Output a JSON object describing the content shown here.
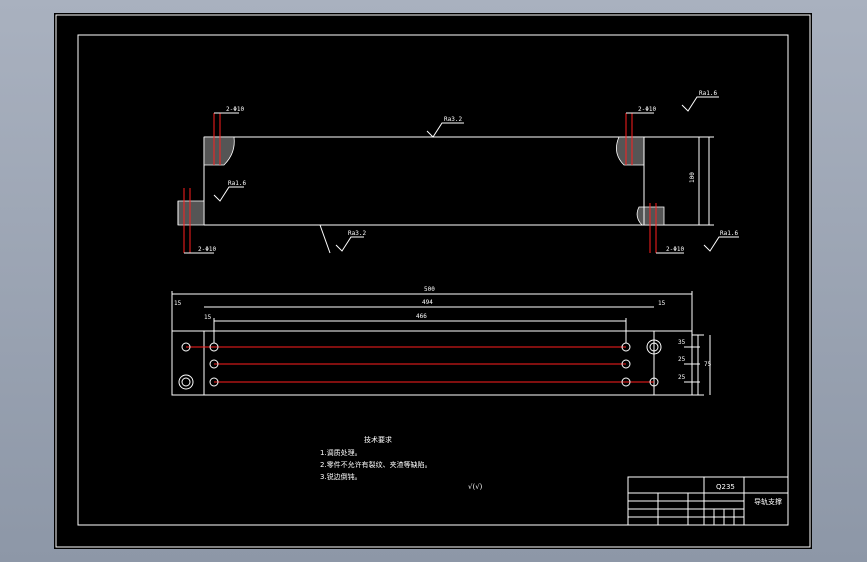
{
  "drawing": {
    "dims": {
      "overall_length": "500",
      "inner_length": "494",
      "hole_span": "466",
      "edge_left": "15",
      "edge_right": "15",
      "edge_inner": "15",
      "height": "100",
      "right_r1": "35",
      "right_r2": "25",
      "right_r3": "25",
      "right_total": "75"
    },
    "annotations": {
      "hole_note_left_top": "2-Φ10",
      "hole_note_right_top": "2-Φ10",
      "hole_note_left_bottom": "2-Φ10",
      "hole_note_right_bottom": "2-Φ10",
      "rough_top": "Ra3.2",
      "rough_left": "Ra1.6",
      "rough_right_top": "Ra1.6",
      "rough_right_bottom": "Ra1.6",
      "rough_bottom": "Ra3.2"
    },
    "notes": {
      "title": "技术要求",
      "items": [
        "1.调质处理。",
        "2.零件不允许有裂纹、夹渣等缺陷。",
        "3.锐边倒钝。"
      ],
      "general_rough": "√(√)"
    },
    "title_block": {
      "material": "Q235",
      "part_name": "导轨支撑"
    }
  }
}
